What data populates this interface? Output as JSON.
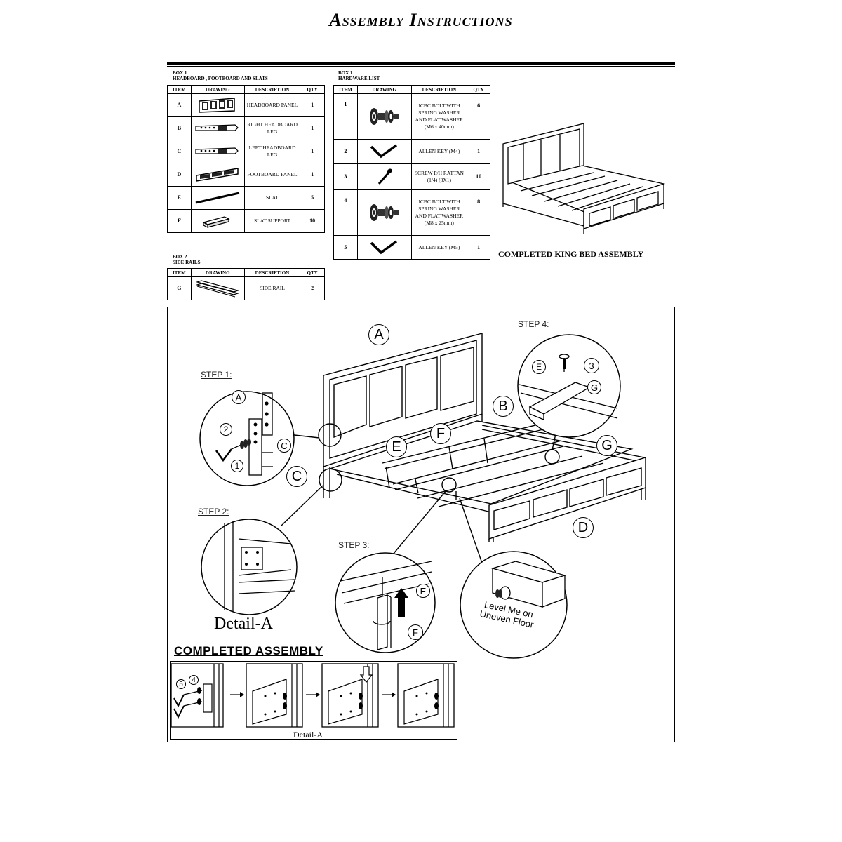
{
  "title": "Assembly Instructions",
  "box1_parts": {
    "caption_line1": "BOX 1",
    "caption_line2": "HEADBOARD , FOOTBOARD AND SLATS",
    "headers": [
      "ITEM",
      "DRAWING",
      "DESCRIPTION",
      "QTY"
    ],
    "rows": [
      {
        "item": "A",
        "drawing_icon": "headboard-panel-icon",
        "desc": "HEADBOARD PANEL",
        "qty": "1"
      },
      {
        "item": "B",
        "drawing_icon": "right-leg-icon",
        "desc": "RIGHT HEADBOARD LEG",
        "qty": "1"
      },
      {
        "item": "C",
        "drawing_icon": "left-leg-icon",
        "desc": "LEFT HEADBOARD LEG",
        "qty": "1"
      },
      {
        "item": "D",
        "drawing_icon": "footboard-panel-icon",
        "desc": "FOOTBOARD PANEL",
        "qty": "1"
      },
      {
        "item": "E",
        "drawing_icon": "slat-icon",
        "desc": "SLAT",
        "qty": "5"
      },
      {
        "item": "F",
        "drawing_icon": "slat-support-icon",
        "desc": "SLAT SUPPORT",
        "qty": "10"
      }
    ]
  },
  "box1_hardware": {
    "caption_line1": "BOX 1",
    "caption_line2": "HARDWARE LIST",
    "headers": [
      "ITEM",
      "DRAWING",
      "DESCRIPTION",
      "QTY"
    ],
    "rows": [
      {
        "item": "1",
        "drawing_icon": "bolt-icon",
        "desc": "JCBC BOLT WITH SPRING WASHER AND FLAT WASHER (M6 x 40mm)",
        "qty": "6"
      },
      {
        "item": "2",
        "drawing_icon": "allen-key-icon",
        "desc": "ALLEN KEY (M4)",
        "qty": "1"
      },
      {
        "item": "3",
        "drawing_icon": "screw-icon",
        "desc": "SCREW P/H RATTAN (1/4) (8X1)",
        "qty": "10"
      },
      {
        "item": "4",
        "drawing_icon": "bolt-icon",
        "desc": "JCBC BOLT WITH SPRING WASHER AND FLAT WASHER (M8 x 25mm)",
        "qty": "8"
      },
      {
        "item": "5",
        "drawing_icon": "allen-key-icon",
        "desc": "ALLEN KEY (M5)",
        "qty": "1"
      }
    ]
  },
  "box2": {
    "caption_line1": "BOX 2",
    "caption_line2": "SIDE RAILS",
    "headers": [
      "ITEM",
      "DRAWING",
      "DESCRIPTION",
      "QTY"
    ],
    "rows": [
      {
        "item": "G",
        "drawing_icon": "side-rail-icon",
        "desc": "SIDE RAIL",
        "qty": "2"
      }
    ]
  },
  "king_caption": "COMPLETED KING BED ASSEMBLY",
  "diagram": {
    "step1": "STEP 1:",
    "step2": "STEP 2:",
    "step3": "STEP 3:",
    "step4": "STEP 4:",
    "callouts": {
      "a": "A",
      "b": "B",
      "c": "C",
      "d": "D",
      "e": "E",
      "f": "F",
      "g": "G",
      "n1": "1",
      "n2": "2",
      "n3": "3",
      "n4": "4",
      "n5": "5"
    },
    "detail_a": "Detail-A",
    "level_text": "Level Me on Uneven Floor",
    "completed_assembly": "COMPLETED  ASSEMBLY",
    "completed_detail": "Detail-A"
  }
}
